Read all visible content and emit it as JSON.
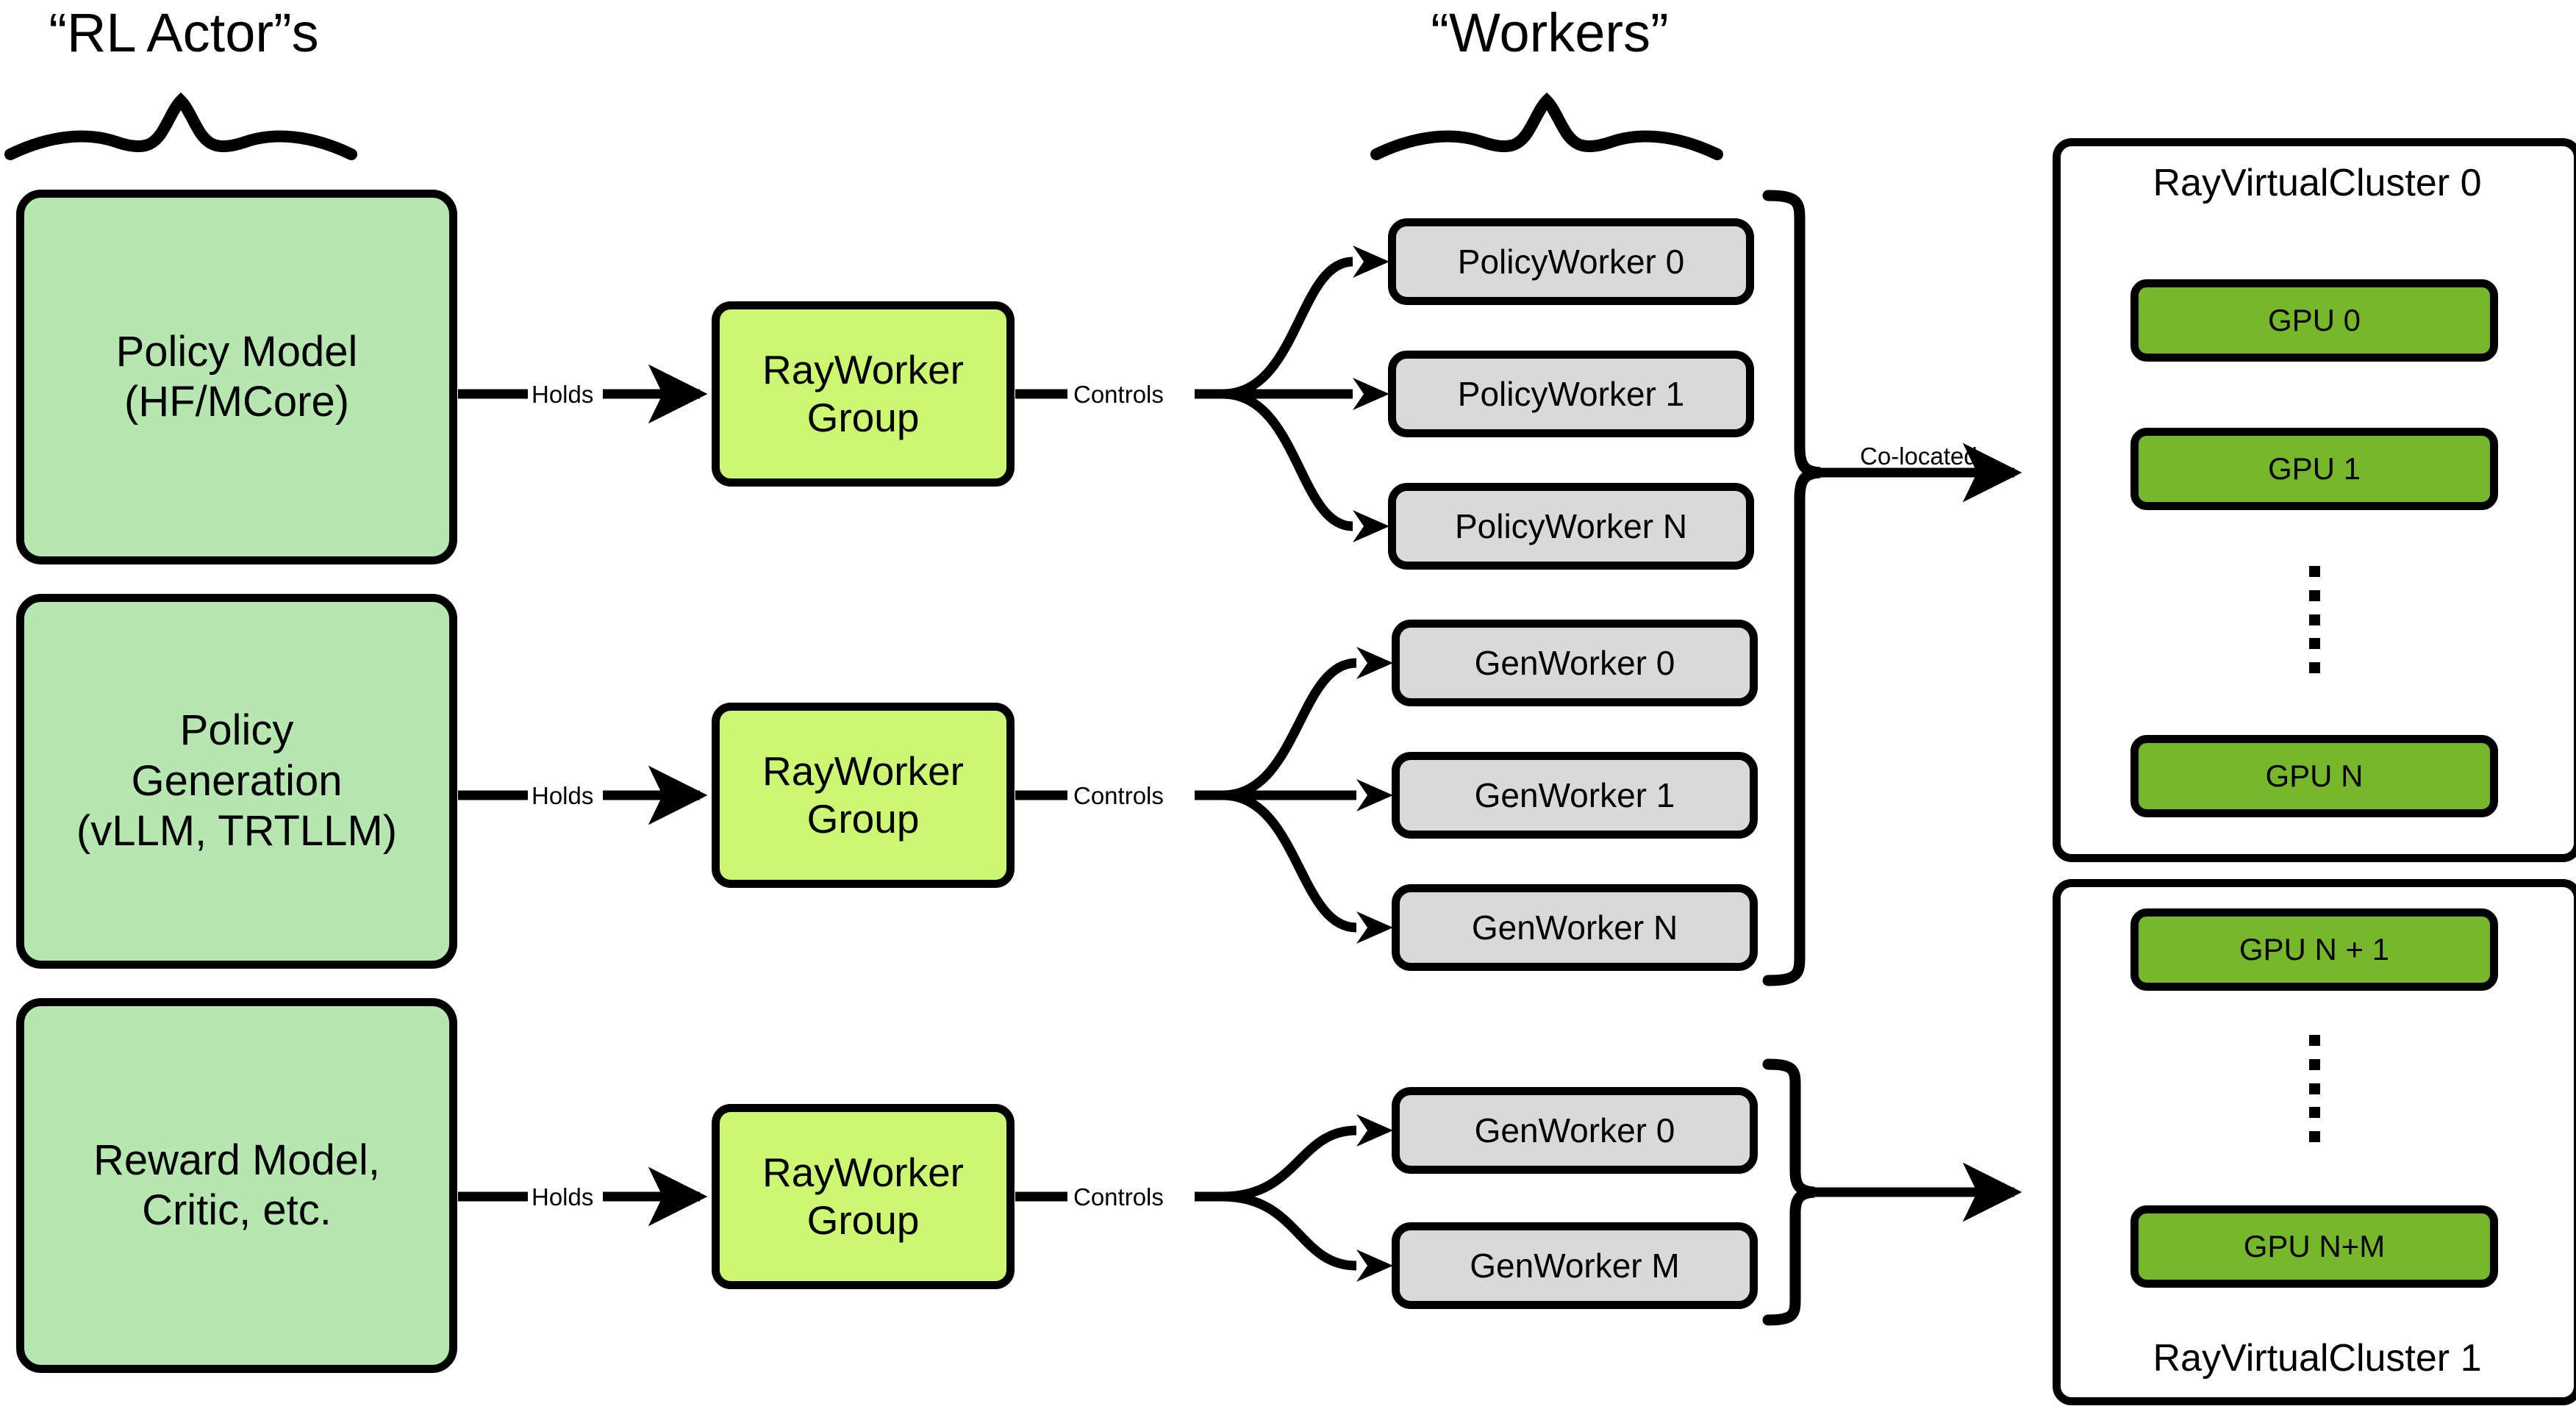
{
  "diagram": {
    "title_actors": "“RL Actor”s",
    "title_workers": "“Workers”",
    "colors": {
      "actor_fill": "#b6e7b0",
      "rayworkergroup_fill": "#ccf770",
      "worker_fill": "#d9d9d9",
      "gpu_fill": "#76b82a",
      "cluster_fill": "#ffffff",
      "stroke": "#000000"
    }
  },
  "actors": [
    {
      "name": "policy-model",
      "line1": "Policy Model",
      "line2": "(HF/MCore)",
      "line3": "",
      "holds_label": "Holds",
      "group_line1": "RayWorker",
      "group_line2": "Group",
      "controls_label": "Controls",
      "workers": [
        "PolicyWorker 0",
        "PolicyWorker 1",
        "PolicyWorker N"
      ]
    },
    {
      "name": "policy-generation",
      "line1": "Policy",
      "line2": "Generation",
      "line3": "(vLLM, TRTLLM)",
      "holds_label": "Holds",
      "group_line1": "RayWorker",
      "group_line2": "Group",
      "controls_label": "Controls",
      "workers": [
        "GenWorker 0",
        "GenWorker 1",
        "GenWorker N"
      ]
    },
    {
      "name": "reward-model-critic",
      "line1": "Reward Model,",
      "line2": "Critic, etc.",
      "line3": "",
      "holds_label": "Holds",
      "group_line1": "RayWorker",
      "group_line2": "Group",
      "controls_label": "Controls",
      "workers": [
        "GenWorker 0",
        "GenWorker M"
      ]
    }
  ],
  "colocated_label": "Co-located",
  "clusters": [
    {
      "name": "rayvirtualcluster-0",
      "label": "RayVirtualCluster 0",
      "label_position": "top",
      "gpus_top": [
        "GPU 0",
        "GPU 1"
      ],
      "gpus_bottom": [
        "GPU N"
      ],
      "has_ellipsis": true
    },
    {
      "name": "rayvirtualcluster-1",
      "label": "RayVirtualCluster 1",
      "label_position": "bottom",
      "gpus_top": [
        "GPU N + 1"
      ],
      "gpus_bottom": [
        "GPU N+M"
      ],
      "has_ellipsis": true
    }
  ]
}
